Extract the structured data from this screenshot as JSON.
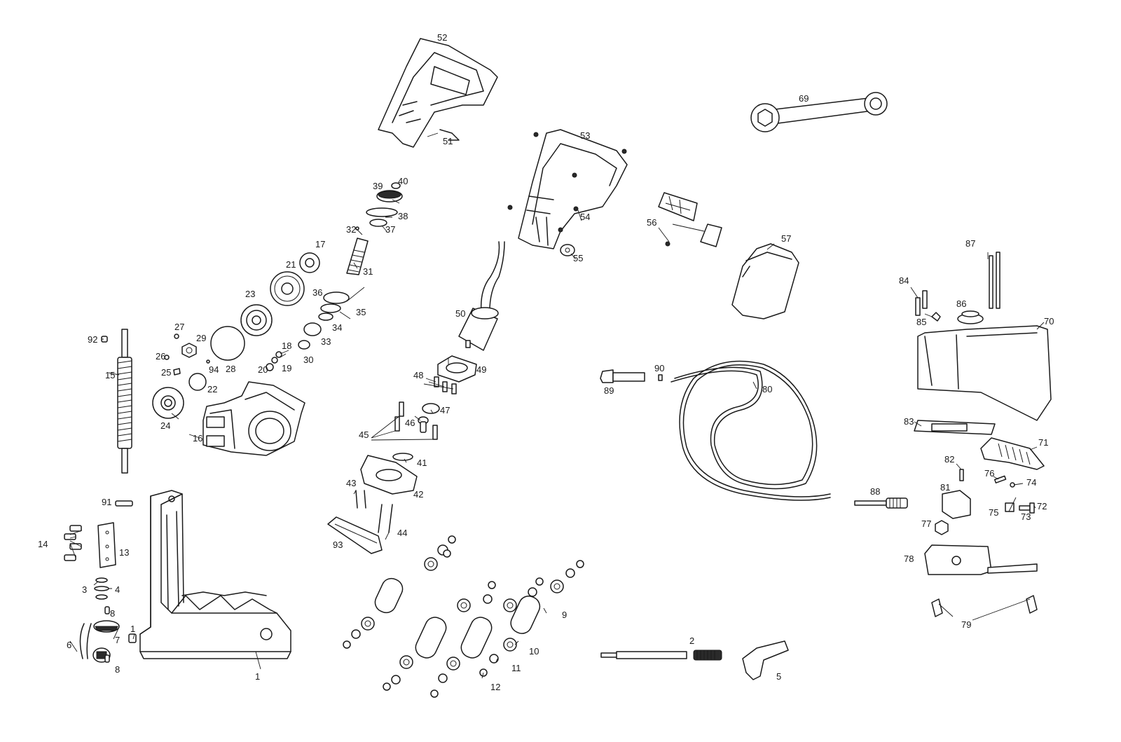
{
  "diagram": {
    "part_numbers": [
      "1",
      "2",
      "3",
      "4",
      "5",
      "6",
      "7",
      "8",
      "9",
      "10",
      "11",
      "12",
      "13",
      "14",
      "15",
      "16",
      "17",
      "18",
      "19",
      "20",
      "21",
      "22",
      "23",
      "24",
      "25",
      "26",
      "27",
      "28",
      "29",
      "30",
      "31",
      "32",
      "33",
      "34",
      "35",
      "36",
      "37",
      "38",
      "39",
      "40",
      "41",
      "42",
      "43",
      "44",
      "45",
      "46",
      "47",
      "48",
      "49",
      "50",
      "51",
      "52",
      "53",
      "54",
      "55",
      "56",
      "57",
      "69",
      "70",
      "71",
      "72",
      "73",
      "74",
      "75",
      "76",
      "77",
      "78",
      "79",
      "80",
      "81",
      "82",
      "83",
      "84",
      "85",
      "86",
      "87",
      "88",
      "89",
      "90",
      "91",
      "92",
      "93",
      "94"
    ]
  }
}
